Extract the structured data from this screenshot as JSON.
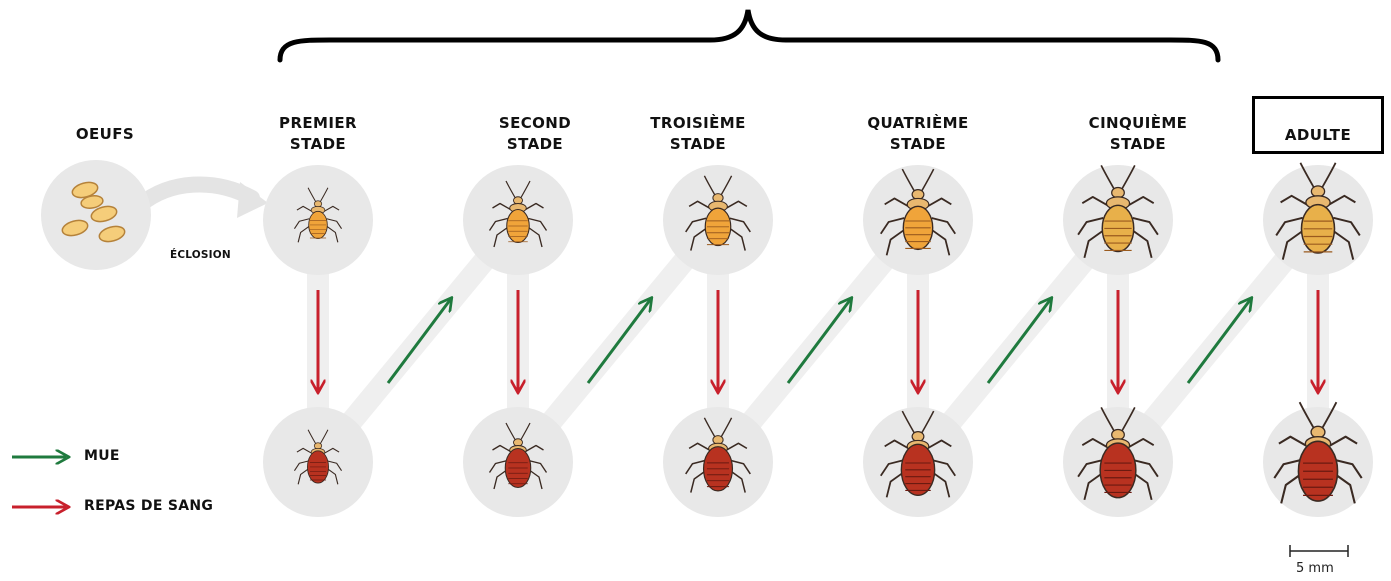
{
  "stages": {
    "eggs": "OEUFS",
    "stage1": [
      "PREMIER",
      "STADE"
    ],
    "stage2": [
      "SECOND",
      "STADE"
    ],
    "stage3": [
      "TROISIÈME",
      "STADE"
    ],
    "stage4": [
      "QUATRIÈME",
      "STADE"
    ],
    "stage5": [
      "CINQUIÈME",
      "STADE"
    ],
    "adult": "ADULTE"
  },
  "hatching_label": "ÉCLOSION",
  "legend": {
    "molt": {
      "label": "MUE",
      "color": "#1f7a3e"
    },
    "blood_meal": {
      "label": "REPAS DE SANG",
      "color": "#c8202c"
    }
  },
  "scale_bar": "5 mm",
  "colors": {
    "circle": "#e8e8e8",
    "track": "#efefef",
    "unfed_body": "#f0a43a",
    "fed_body": "#b83220",
    "adult_body": "#e8b04a"
  }
}
